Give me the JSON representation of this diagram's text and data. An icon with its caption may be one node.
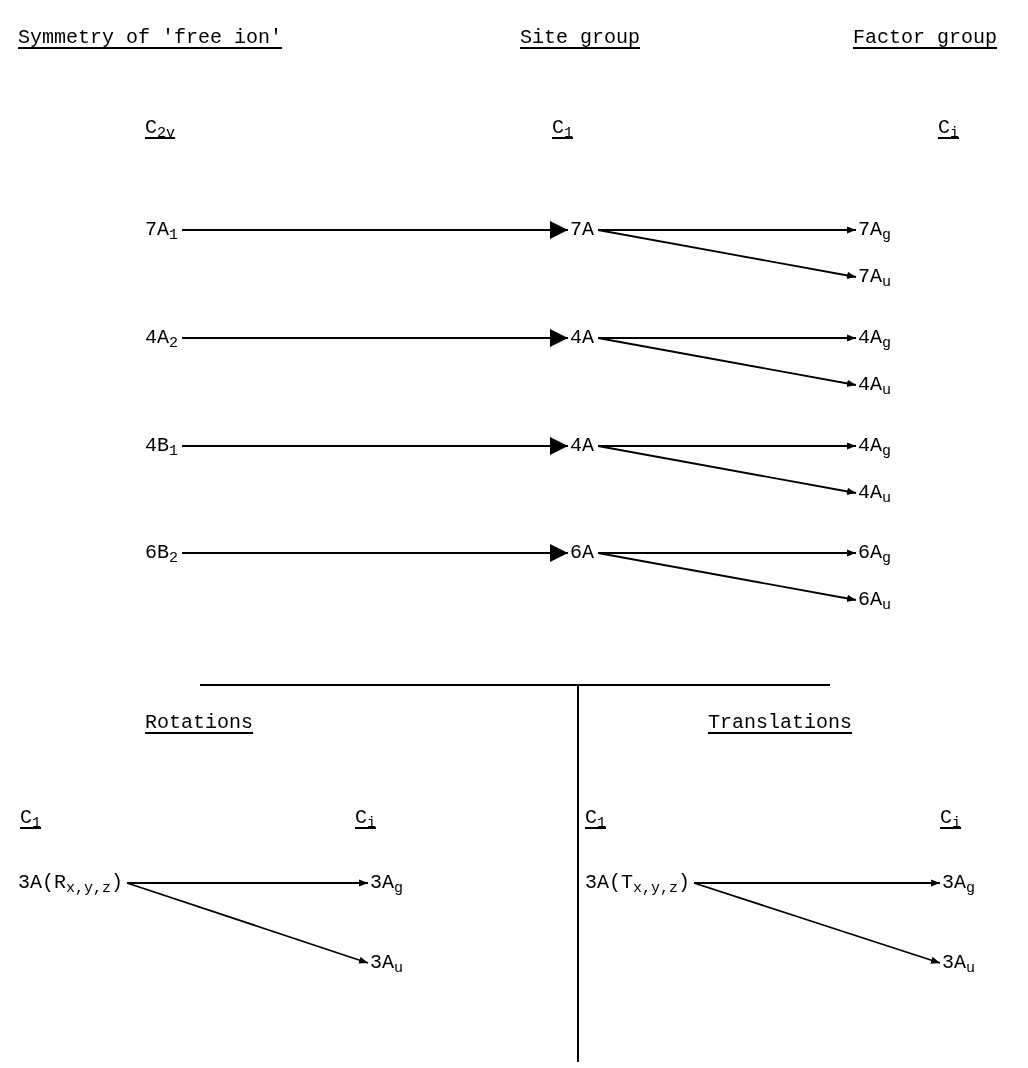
{
  "diagram": {
    "nodes": [
      {
        "text": [
          "7A$_{1}$"
        ]
      },
      {
        "text": [
          "7A"
        ]
      },
      {
        "text": [
          "7A$_{g}$"
        ]
      },
      {
        "text": [
          "7A$_{u}$"
        ]
      },
      {
        "text": [
          "4A$_{2}$"
        ]
      },
      {
        "text": [
          "4A"
        ]
      },
      {
        "text": [
          "4A$_{g}$"
        ]
      },
      {
        "text": [
          "4A$_{u}$"
        ]
      },
      {
        "text": [
          "4B$_{1}$"
        ]
      },
      {
        "text": [
          "4A"
        ]
      },
      {
        "text": [
          "4A$_{g}$"
        ]
      },
      {
        "text": [
          "4A$_{u}$"
        ]
      },
      {
        "text": [
          "6B$_{2}$"
        ]
      },
      {
        "text": [
          "6A"
        ]
      },
      {
        "text": [
          "6A$_{g}$"
        ]
      },
      {
        "text": [
          "6A$_{u}$"
        ]
      },
      {
        "text": [
          "3A(R$_{x,y,z}$)"
        ]
      },
      {
        "text": [
          "3A$_{g}$"
        ]
      },
      {
        "text": [
          "3A$_{u}$"
        ]
      },
      {
        "text": [
          "3A(T$_{x,y,z}$)"
        ]
      },
      {
        "text": [
          "3A$_{g}$"
        ]
      },
      {
        "text": [
          "3A$_{u}$"
        ]
      }
    ],
    "edges": [
      {
        "from": 0,
        "to": 1,
        "arrow": "to"
      },
      {
        "from": 1,
        "to": 2,
        "arrow": "to"
      },
      {
        "from": 1,
        "to": 3,
        "arrow": "to"
      },
      {
        "from": 4,
        "to": 5,
        "arrow": "to"
      },
      {
        "from": 5,
        "to": 6,
        "arrow": "to"
      },
      {
        "from": 5,
        "to": 7,
        "arrow": "to"
      },
      {
        "from": 8,
        "to": 9,
        "arrow": "to"
      },
      {
        "from": 9,
        "to": 10,
        "arrow": "to"
      },
      {
        "from": 9,
        "to": 11,
        "arrow": "to"
      },
      {
        "from": 12,
        "to": 13,
        "arrow": "to"
      },
      {
        "from": 13,
        "to": 14,
        "arrow": "to"
      },
      {
        "from": 13,
        "to": 15,
        "arrow": "to"
      },
      {
        "from": 16,
        "to": 17,
        "arrow": "to"
      },
      {
        "from": 16,
        "to": 18,
        "arrow": "to"
      },
      {
        "from": 19,
        "to": 20,
        "arrow": "to"
      },
      {
        "from": 19,
        "to": 21,
        "arrow": "to"
      }
    ],
    "labels": [
      "Symmetry of 'free ion'",
      "Site group",
      "Factor group",
      "C$_{2v}$",
      "C$_{1}$",
      "C$_{i}$",
      "Rotations",
      "Translations",
      "C$_{1}$",
      "C$_{i}$",
      "C$_{1}$",
      "C$_{i}$"
    ]
  }
}
